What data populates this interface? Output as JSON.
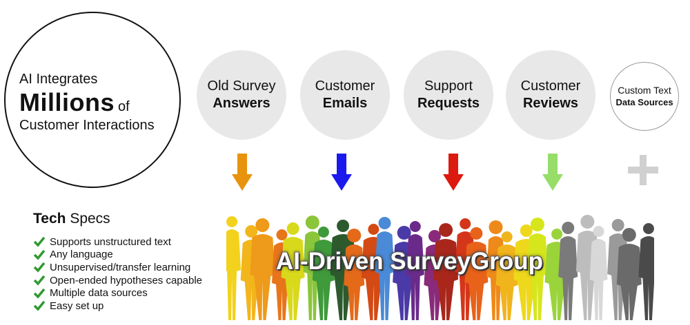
{
  "headline": {
    "line1": "AI Integrates",
    "emphasis": "Millions",
    "connector": "of",
    "line3": "Customer Interactions"
  },
  "sources": [
    {
      "line1": "Old Survey",
      "line2": "Answers",
      "arrow_color": "#e8930d"
    },
    {
      "line1": "Customer",
      "line2": "Emails",
      "arrow_color": "#1a1aee"
    },
    {
      "line1": "Support",
      "line2": "Requests",
      "arrow_color": "#dd1a0f"
    },
    {
      "line1": "Customer",
      "line2": "Reviews",
      "arrow_color": "#97dd6a"
    },
    {
      "line1": "Custom Text",
      "line2": "Data Sources",
      "plus_color": "#d0d0d0"
    }
  ],
  "specs": {
    "title_bold": "Tech",
    "title_rest": "Specs",
    "items": [
      "Supports unstructured text",
      "Any language",
      "Unsupervised/transfer learning",
      "Open-ended hypotheses capable",
      "Multiple data sources",
      "Easy set up"
    ],
    "check_color": "#2e9a2e"
  },
  "banner": {
    "text": "AI-Driven SurveyGroup"
  },
  "crowd": {
    "colors": [
      "#f2d21c",
      "#f2b51c",
      "#ee9a1a",
      "#e7761b",
      "#d9d91c",
      "#8bc53a",
      "#3e9a3a",
      "#2d5a2d",
      "#e46a1a",
      "#d44a14",
      "#4a8ad6",
      "#4a3aa8",
      "#6a2a8a",
      "#8a2a7a",
      "#a8261a",
      "#d4361a",
      "#e8621a",
      "#ee8a1a",
      "#f0b51c",
      "#eed81c",
      "#d6e61c",
      "#9ad43a",
      "#7a7a7a",
      "#bdbdbd",
      "#d8d8d8",
      "#9a9a9a",
      "#6a6a6a",
      "#4a4a4a"
    ]
  }
}
